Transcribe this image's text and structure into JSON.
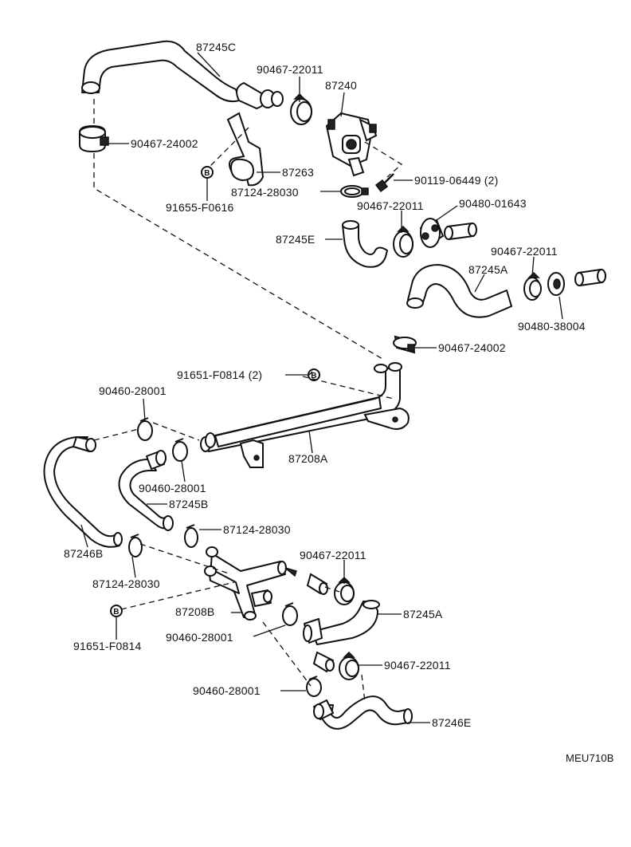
{
  "diagram": {
    "drawing_code": "MEU710B",
    "labels": {
      "p87245C": "87245C",
      "p90467_22011_a": "90467-22011",
      "p87240": "87240",
      "p90467_24002_a": "90467-24002",
      "p87263": "87263",
      "p87124_28030_a": "87124-28030",
      "p91655_F0616": "91655-F0616",
      "p90119_06449": "90119-06449 (2)",
      "p90467_22011_b": "90467-22011",
      "p90480_01643": "90480-01643",
      "p87245E": "87245E",
      "p90467_22011_c": "90467-22011",
      "p87245A_a": "87245A",
      "p90480_38004": "90480-38004",
      "p90467_24002_b": "90467-24002",
      "p91651_F0814_a": "91651-F0814 (2)",
      "p90460_28001_a": "90460-28001",
      "p87208A": "87208A",
      "p90460_28001_b": "90460-28001",
      "p87245B": "87245B",
      "p87124_28030_b": "87124-28030",
      "p87246B": "87246B",
      "p87124_28030_c": "87124-28030",
      "p90467_22011_d": "90467-22011",
      "p87208B": "87208B",
      "p87245A_b": "87245A",
      "p91651_F0814_b": "91651-F0814",
      "p90460_28001_c": "90460-28001",
      "p90467_22011_e": "90467-22011",
      "p90460_28001_d": "90460-28001",
      "p87246E": "87246E"
    },
    "bolt_mark": "B"
  }
}
